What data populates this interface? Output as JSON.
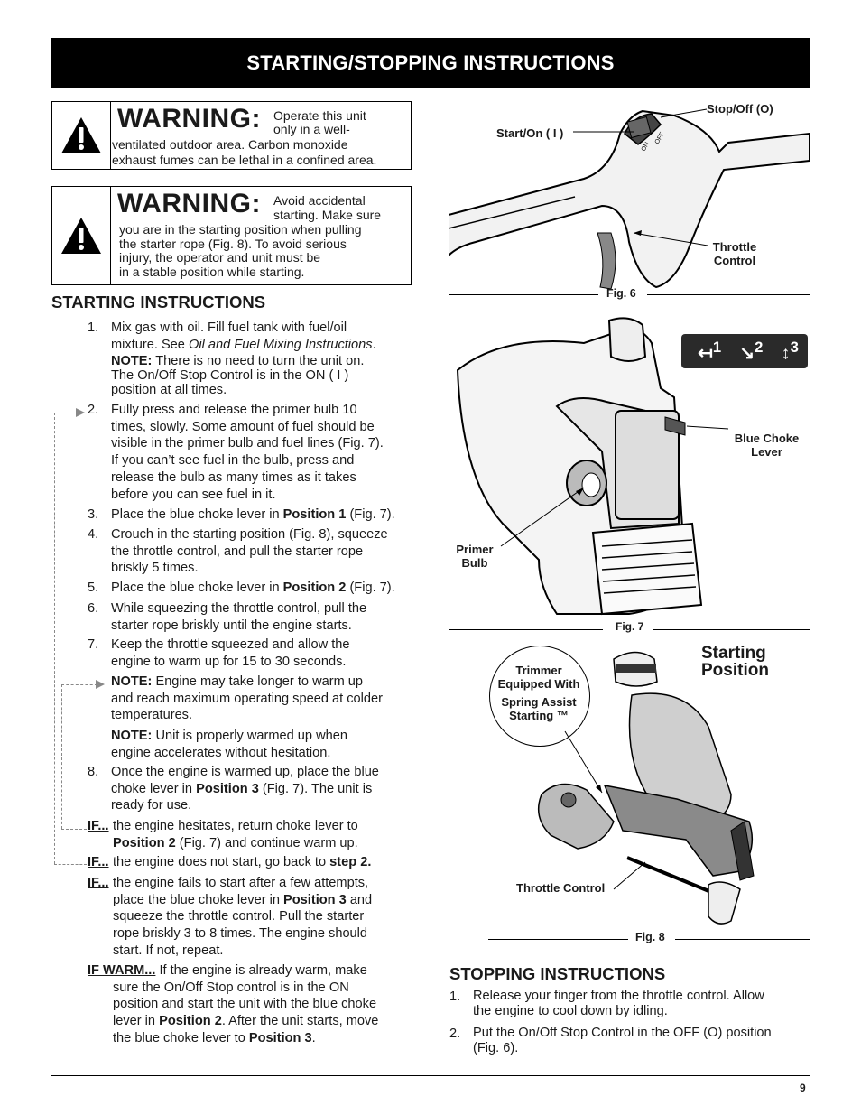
{
  "header": {
    "title": "STARTING/STOPPING INSTRUCTIONS"
  },
  "warning1": {
    "title": "WARNING:",
    "line1": "Operate this unit",
    "line2": "only in a well-",
    "line3": "ventilated outdoor area. Carbon monoxide",
    "line4": "exhaust fumes can be lethal in a confined area."
  },
  "warning2": {
    "title": "WARNING:",
    "line1": "Avoid accidental",
    "line2": "starting. Make sure",
    "line3": "you are in the starting position when pulling",
    "line4": "the starter rope (Fig. 8). To avoid serious",
    "line5": "injury, the operator and unit must be",
    "line6": "in a stable position while starting."
  },
  "starting": {
    "heading": "STARTING INSTRUCTIONS",
    "s1_num": "1.",
    "s1_a": "Mix gas with oil. Fill fuel tank with fuel/oil",
    "s1_b": "mixture. See ",
    "s1_b_em": "Oil and Fuel Mixing Instructions",
    "s1_b_end": ".",
    "note_label": "NOTE:",
    "note1_a": " There is no need to turn the unit on.",
    "note1_b": "The On/Off Stop Control is in the ON ( I )",
    "note1_c": "position at all times.",
    "s2_num": "2.",
    "s2_a": "Fully press and release the primer bulb 10",
    "s2_b": "times, slowly. Some amount of fuel should be",
    "s2_c": "visible in the primer bulb and fuel lines (Fig. 7).",
    "s2_d": "If you can’t see fuel in the bulb, press and",
    "s2_e": "release the bulb as many times as it takes",
    "s2_f": "before you can see fuel in it.",
    "s3_num": "3.",
    "s3_a": "Place the blue choke lever in ",
    "s3_b": "Position 1",
    "s3_c": " (Fig. 7).",
    "s4_num": "4.",
    "s4_a": "Crouch in the starting position (Fig. 8), squeeze",
    "s4_b": "the throttle control, and pull the starter rope",
    "s4_c": "briskly 5 times.",
    "s5_num": "5.",
    "s5_a": "Place the blue choke lever in ",
    "s5_b": "Position 2",
    "s5_c": " (Fig. 7).",
    "s6_num": "6.",
    "s6_a": "While squeezing the throttle control, pull the",
    "s6_b": "starter rope briskly until the engine starts.",
    "s7_num": "7.",
    "s7_a": "Keep the throttle squeezed and allow the",
    "s7_b": "engine to warm up for 15 to 30 seconds.",
    "note2_a": "   Engine may take longer to warm up",
    "note2_b": "and reach maximum operating speed at colder",
    "note2_c": "temperatures.",
    "note3_a": "   Unit is properly warmed up when",
    "note3_b": "engine accelerates without hesitation.",
    "s8_num": "8.",
    "s8_a": "Once the engine is warmed up, place the blue",
    "s8_b": "choke lever in ",
    "s8_b_bold": "Position 3",
    "s8_b_end": " (Fig. 7).   The unit is",
    "s8_c": "ready for use.",
    "if_label": "IF...",
    "if1_a": "the engine hesitates, return  choke lever to",
    "if1_b_bold": "Position 2",
    "if1_b_end": " (Fig. 7) and continue warm up.",
    "if2_a": "the engine does not start, go back to ",
    "if2_b": "step 2.",
    "if3_a": "the engine fails to start after a few attempts,",
    "if3_b": "place the blue choke lever in ",
    "if3_b_bold": "Position 3",
    "if3_b_end": " and",
    "if3_c": "squeeze the throttle control. Pull the starter",
    "if3_d": "rope briskly 3 to 8 times. The engine should",
    "if3_e": "start. If not, repeat.",
    "ifwarm_label": "IF WARM...",
    "ifwarm_a": "  If the engine is already warm, make",
    "ifwarm_b": "sure the On/Off Stop control is in the ON",
    "ifwarm_c": "position and start the unit with the blue choke",
    "ifwarm_d": "lever in ",
    "ifwarm_d_bold": "Position 2",
    "ifwarm_d_end": ". After the unit starts, move",
    "ifwarm_e": "the blue choke lever to ",
    "ifwarm_e_bold": "Position 3",
    "ifwarm_e_end": "."
  },
  "fig6": {
    "caption": "Fig. 6",
    "start_on": "Start/On ( I )",
    "stop_off": "Stop/Off (O)",
    "throttle_1": "Throttle",
    "throttle_2": "Control",
    "on_text": "ON",
    "off_text": "OFF"
  },
  "fig7": {
    "caption": "Fig. 7",
    "choke_1": "Blue Choke",
    "choke_2": "Lever",
    "primer_1": "Primer",
    "primer_2": "Bulb",
    "pos1": "1",
    "pos2": "2",
    "pos3": "3"
  },
  "fig8": {
    "caption": "Fig. 8",
    "start_pos_1": "Starting",
    "start_pos_2": "Position",
    "circle_1": "Trimmer",
    "circle_2": "Equipped With",
    "circle_3": "Spring Assist",
    "circle_4": "Starting ™",
    "throttle": "Throttle Control"
  },
  "stopping": {
    "heading": "STOPPING INSTRUCTIONS",
    "s1_num": "1.",
    "s1_a": "Release your finger from the throttle control. Allow",
    "s1_b": "the engine to cool down by idling.",
    "s2_num": "2.",
    "s2_a": "Put the On/Off Stop Control in the OFF (O) position",
    "s2_b": "(Fig. 6)."
  },
  "footer": {
    "page_number": "9"
  }
}
